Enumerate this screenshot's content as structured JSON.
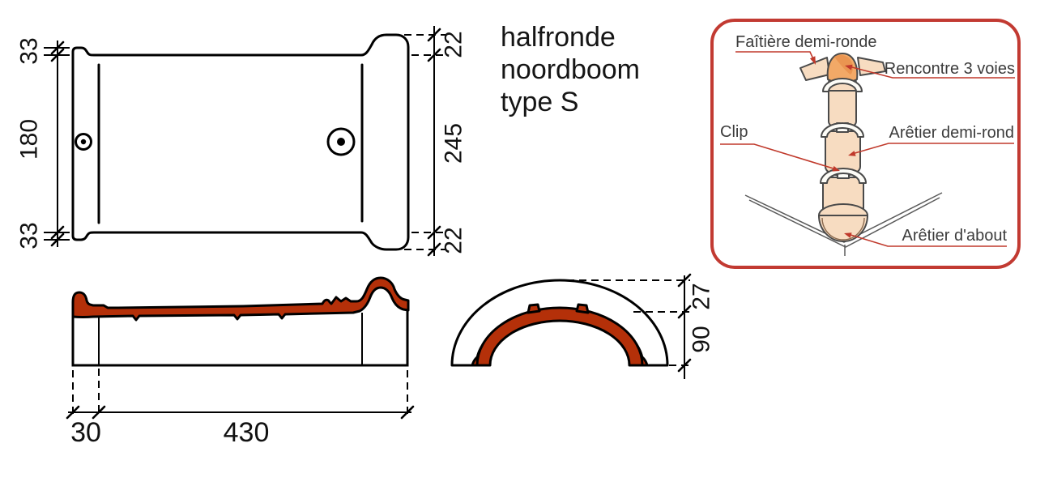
{
  "title": {
    "line1": "halfronde",
    "line2": "noordboom",
    "line3": "type S"
  },
  "plan_view": {
    "left_top": "33",
    "left_middle": "180",
    "left_bottom": "33",
    "right_top": "22",
    "right_middle": "245",
    "right_bottom": "22"
  },
  "side_view": {
    "head_overlap": "30",
    "length": "430"
  },
  "section_view": {
    "shell_thickness": "27",
    "height": "90"
  },
  "diagram": {
    "faitiere": "Faîtière demi-ronde",
    "rencontre": "Rencontre 3 voies",
    "clip": "Clip",
    "aretier_demi_rond": "Arêtier demi-rond",
    "aretier_dabout": "Arêtier d'about"
  },
  "colors": {
    "tile_red": "#b43009",
    "panel_border": "#c23a32",
    "leader_red": "#c0392b",
    "tile_peach": "#f7dcc1",
    "junction_orange": "#f2a967",
    "label_gray": "#3c3c3c",
    "line_black": "#000000"
  }
}
